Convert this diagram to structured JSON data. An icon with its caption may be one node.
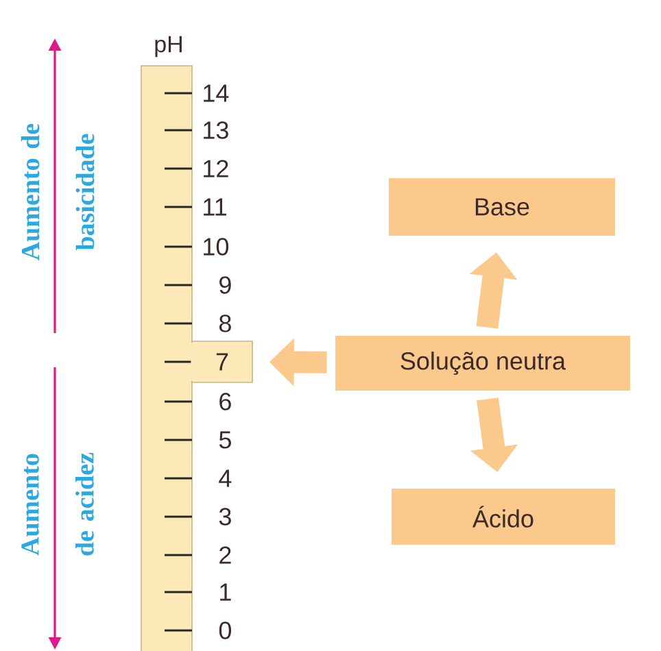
{
  "diagram": {
    "nodes": [
      {
        "text": [
          "Base"
        ]
      },
      {
        "text": [
          "Solução neutra"
        ]
      },
      {
        "text": [
          "Ácido"
        ]
      },
      {
        "text": [
          "7"
        ]
      }
    ],
    "edges": [
      {
        "from": 1,
        "to": 0,
        "arrow": "to"
      },
      {
        "from": 1,
        "to": 2,
        "arrow": "to"
      },
      {
        "from": 1,
        "to": 3,
        "arrow": "to"
      }
    ],
    "labels": [
      "pH",
      "14",
      "13",
      "12",
      "11",
      "10",
      "9",
      "8",
      "6",
      "5",
      "4",
      "3",
      "2",
      "1",
      "0",
      "Aumento de basicidade",
      "Aumento de acidez"
    ]
  }
}
